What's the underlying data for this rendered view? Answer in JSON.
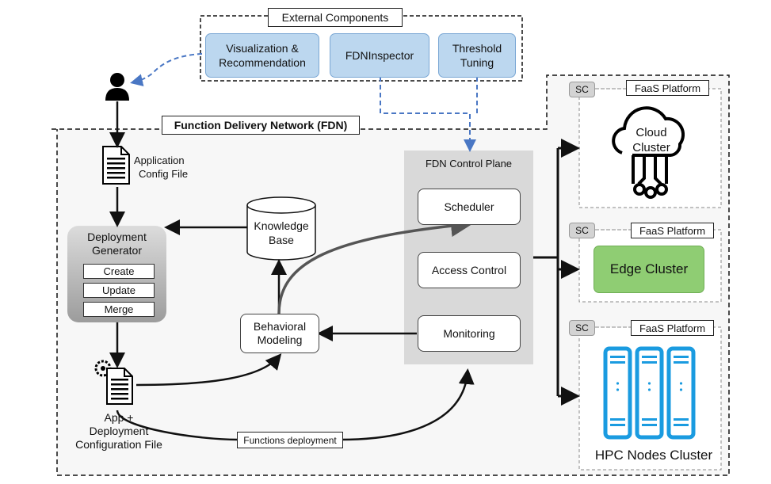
{
  "external": {
    "title": "External Components",
    "visualization_line1": "Visualization &",
    "visualization_line2": "Recommendation",
    "inspector": "FDNInspector",
    "threshold_line1": "Threshold",
    "threshold_line2": "Tuning"
  },
  "fdn": {
    "title": "Function Delivery Network (FDN)",
    "app_config_line1": "Application",
    "app_config_line2": "Config File",
    "deployment_generator_line1": "Deployment",
    "deployment_generator_line2": "Generator",
    "create": "Create",
    "update": "Update",
    "merge": "Merge",
    "knowledge_base_line1": "Knowledge",
    "knowledge_base_line2": "Base",
    "behavioral_line1": "Behavioral",
    "behavioral_line2": "Modeling",
    "output_line1": "App +",
    "output_line2": "Deployment",
    "output_line3": "Configuration File",
    "functions_deployment": "Functions deployment"
  },
  "control_plane": {
    "title": "FDN Control Plane",
    "scheduler": "Scheduler",
    "access_control": "Access Control",
    "monitoring": "Monitoring"
  },
  "platforms": {
    "sc_label": "SC",
    "faas_label": "FaaS Platform",
    "cloud_line1": "Cloud",
    "cloud_line2": "Cluster",
    "edge": "Edge Cluster",
    "hpc": "HPC Nodes Cluster"
  },
  "colors": {
    "external_fill": "#bcd7ef",
    "dashed_link": "#4a77c4",
    "edge_fill": "#8fcd73",
    "hpc_blue": "#1a9be0",
    "control_plane_fill": "#d9d9d9"
  }
}
